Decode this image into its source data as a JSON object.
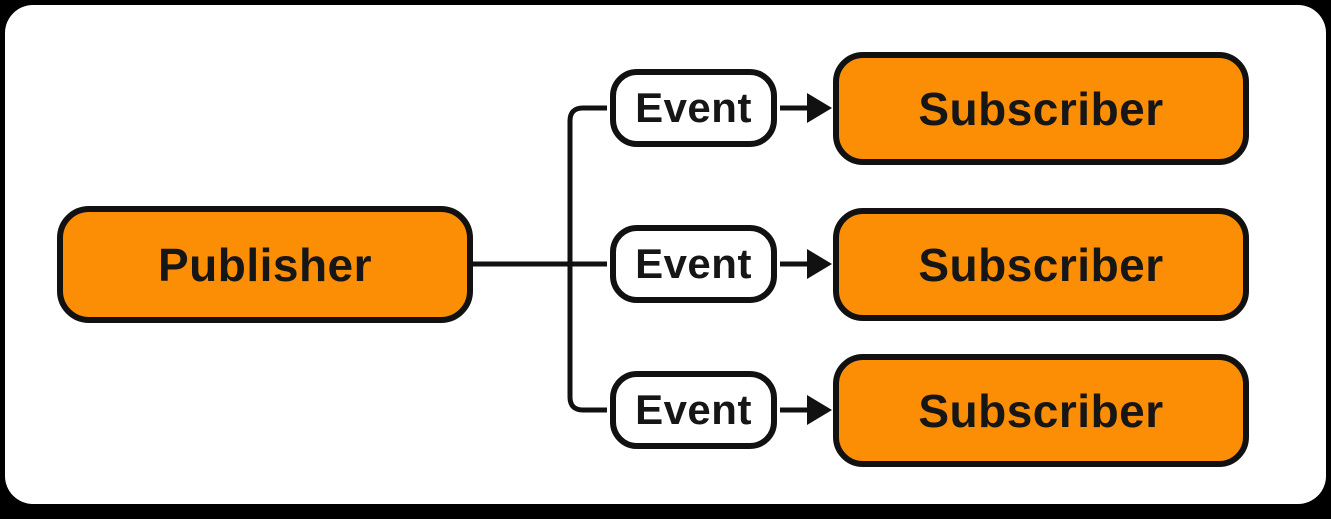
{
  "diagram": {
    "publisher": {
      "label": "Publisher"
    },
    "rows": [
      {
        "event_label": "Event",
        "subscriber_label": "Subscriber"
      },
      {
        "event_label": "Event",
        "subscriber_label": "Subscriber"
      },
      {
        "event_label": "Event",
        "subscriber_label": "Subscriber"
      }
    ],
    "colors": {
      "page_bg": "#000000",
      "canvas_bg": "#ffffff",
      "node_fill": "#FB8E04",
      "event_fill": "#ffffff",
      "outline": "#111111",
      "text": "#161616"
    }
  }
}
